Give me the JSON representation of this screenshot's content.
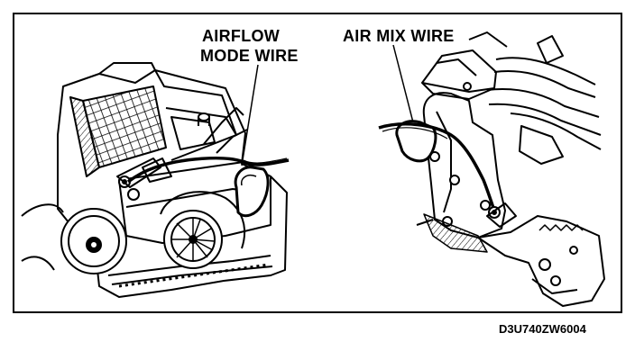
{
  "labels": {
    "airflow_line1": "AIRFLOW",
    "airflow_line2": "MODE WIRE",
    "air_mix": "AIR MIX WIRE"
  },
  "figure_code": "D3U740ZW6004",
  "colors": {
    "ink": "#000000",
    "paper": "#ffffff"
  }
}
